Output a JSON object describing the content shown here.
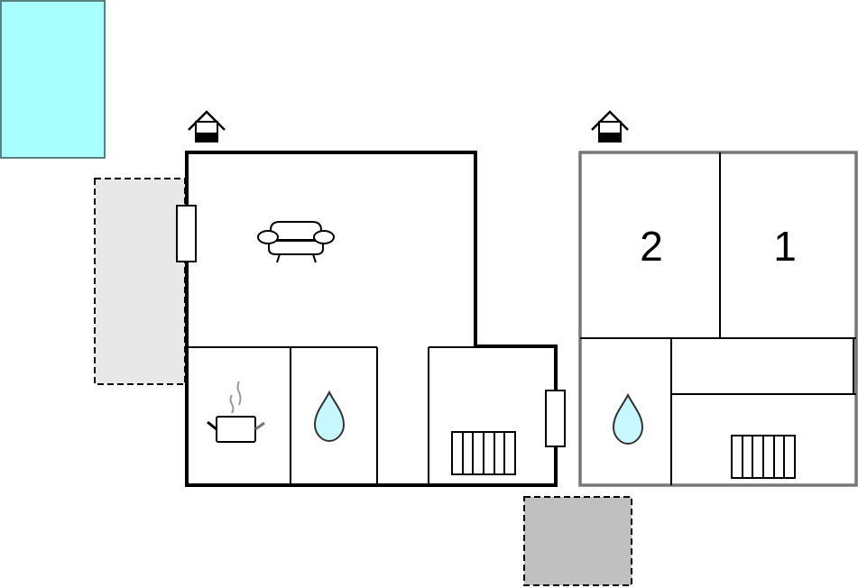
{
  "rooms": {
    "bedroom_2_label": "2",
    "bedroom_1_label": "1"
  },
  "icons": [
    "pool",
    "terrace",
    "entrance-icon",
    "sofa-icon",
    "cooking-pot-icon",
    "water-drop-icon",
    "radiator-icon",
    "window",
    "parking"
  ],
  "colors": {
    "pool": "#aaffff",
    "terrace": "#e8e8e8",
    "parking": "#c0c0c0",
    "water": "#c8f8ff",
    "main_wall": "#000000",
    "annex_wall": "#777777"
  }
}
